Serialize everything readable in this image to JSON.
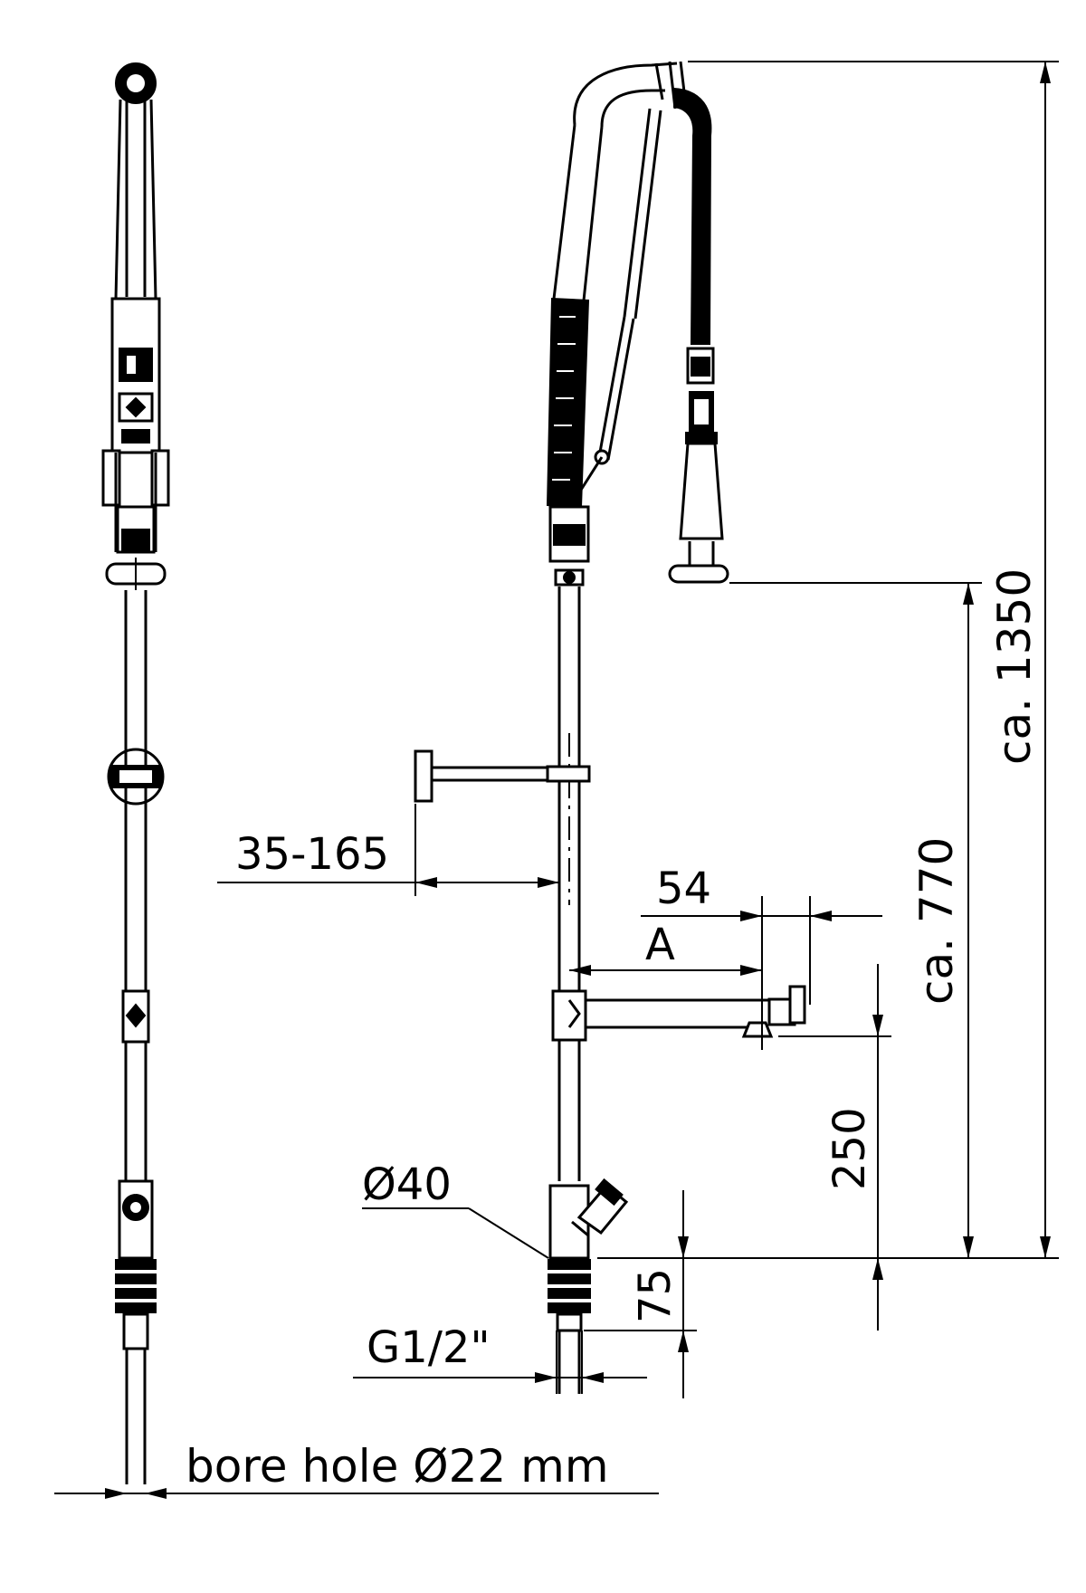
{
  "dimensions": {
    "overall_height": "ca. 1350",
    "spray_height": "ca. 770",
    "wall_bracket_range": "35-165",
    "faucet_offset": "54",
    "faucet_reach": "A",
    "faucet_height": "250",
    "base_diameter": "Ø40",
    "thread": "G1/2\"",
    "base_height": "75",
    "bore_hole": "bore hole Ø22 mm"
  },
  "colors": {
    "line": "#000000",
    "background": "#ffffff"
  }
}
